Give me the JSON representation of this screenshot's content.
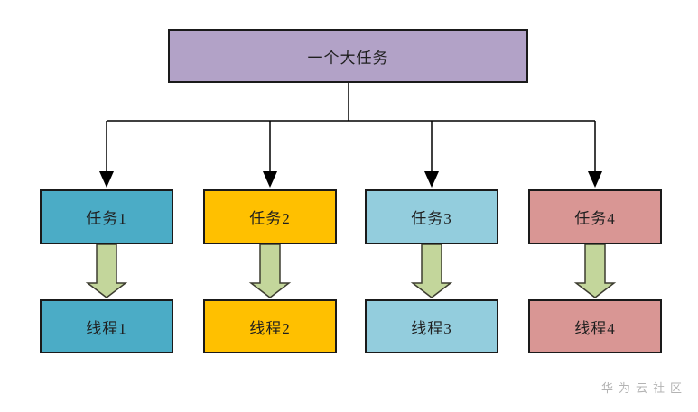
{
  "diagram": {
    "root": {
      "label": "一个大任务",
      "fill": "#b2a2c7"
    },
    "columns": [
      {
        "task": "任务1",
        "thread": "线程1",
        "fill": "#4bacc6"
      },
      {
        "task": "任务2",
        "thread": "线程2",
        "fill": "#ffc000"
      },
      {
        "task": "任务3",
        "thread": "线程3",
        "fill": "#93cddd"
      },
      {
        "task": "任务4",
        "thread": "线程4",
        "fill": "#d99694"
      }
    ],
    "line_color": "#000000",
    "box_border_color": "#1a1a1a",
    "block_arrow_fill": "#c3d69b",
    "block_arrow_stroke": "#3d3d30",
    "watermark": "华为云社区",
    "watermark_color": "#b3b3b3"
  }
}
